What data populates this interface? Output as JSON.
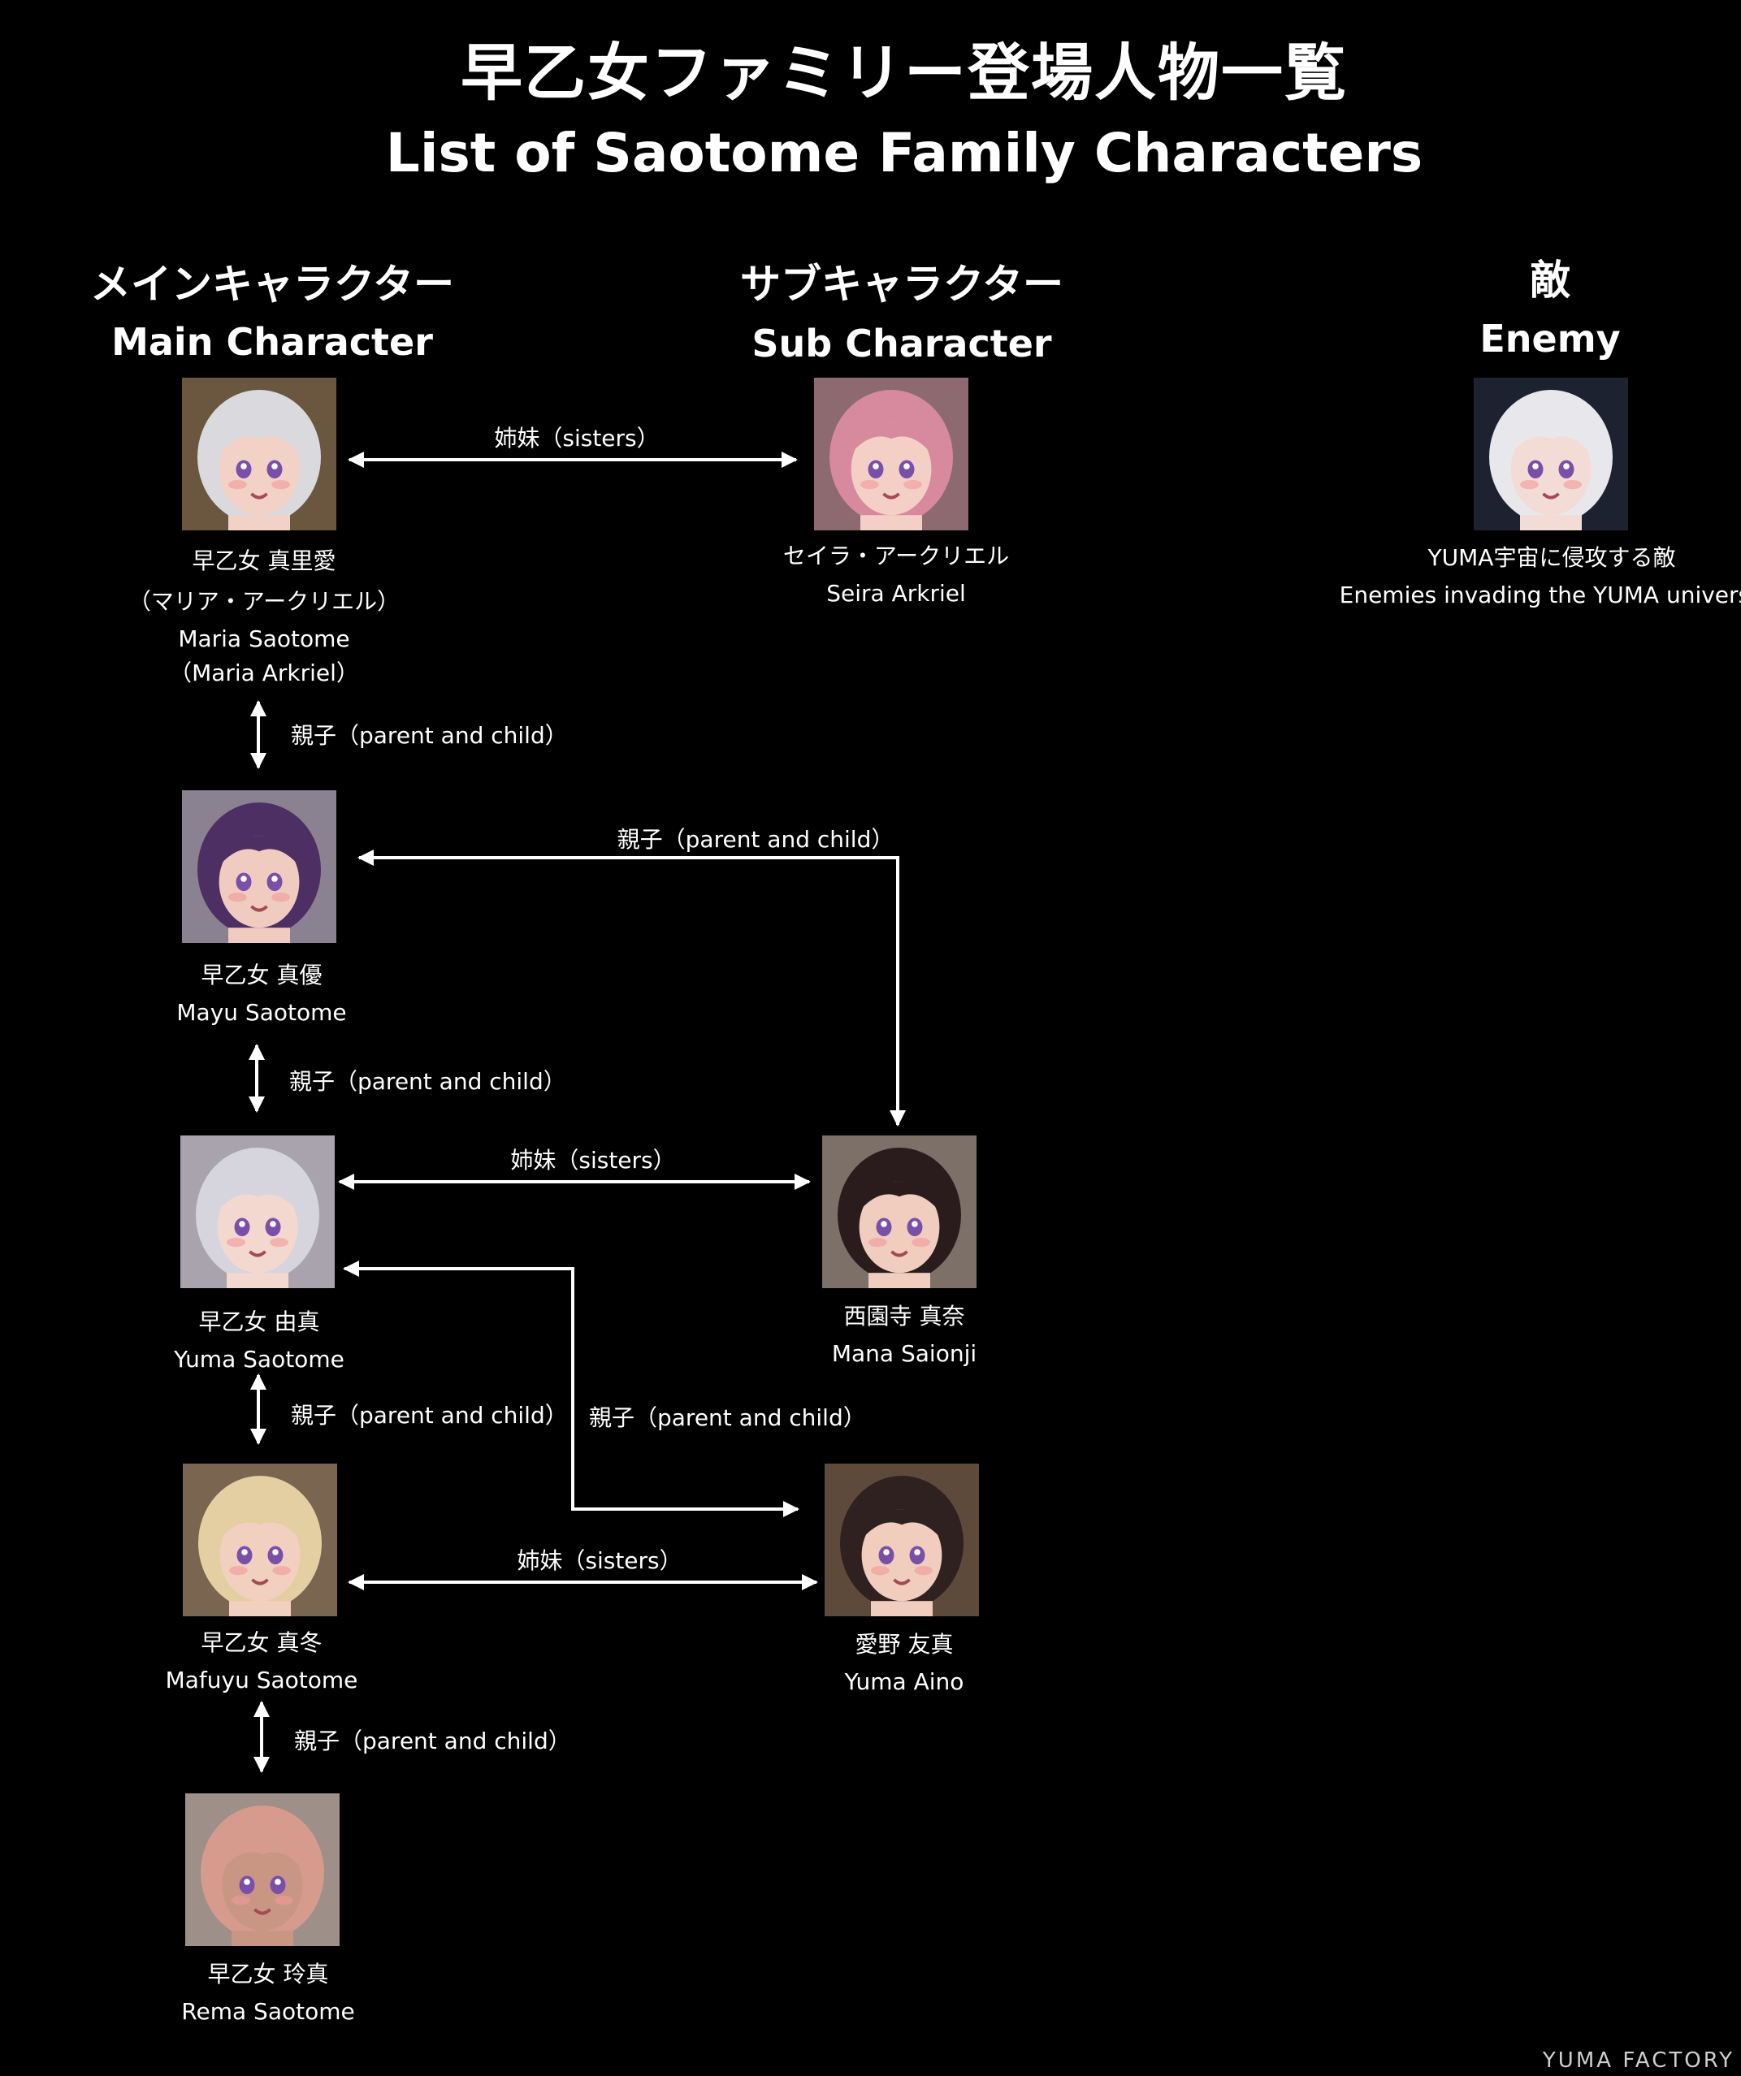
{
  "header": {
    "title_jp": "早乙女ファミリー登場人物一覧",
    "title_en": "List of Saotome Family Characters"
  },
  "columns": {
    "main": {
      "jp": "メインキャラクター",
      "en": "Main Character"
    },
    "sub": {
      "jp": "サブキャラクター",
      "en": "Sub Character"
    },
    "enemy": {
      "jp": "敵",
      "en": "Enemy"
    }
  },
  "characters": {
    "maria": {
      "jp": "早乙女 真里愛",
      "jp_alt": "（マリア・アークリエル）",
      "en": "Maria Saotome",
      "en_alt": "（Maria Arkriel）",
      "hair": "#d9d9de",
      "skin": "#f2d2c6",
      "bg": "#6b5640"
    },
    "seira": {
      "jp": "セイラ・アークリエル",
      "en": "Seira Arkriel",
      "hair": "#d7899e",
      "skin": "#f4cfc6",
      "bg": "#8c6a70"
    },
    "enemy": {
      "jp": "YUMA宇宙に侵攻する敵",
      "en": "Enemies invading the YUMA universe",
      "hair": "#e8e8ec",
      "skin": "#f3dcd5",
      "bg": "#1c2230"
    },
    "mayu": {
      "jp": "早乙女 真優",
      "en": "Mayu Saotome",
      "hair": "#4e2f63",
      "skin": "#f0cbbf",
      "bg": "#8a8290"
    },
    "yuma_s": {
      "jp": "早乙女 由真",
      "en": "Yuma Saotome",
      "hair": "#d6d4dc",
      "skin": "#f3d8cf",
      "bg": "#a9a3ae"
    },
    "mana": {
      "jp": "西園寺 真奈",
      "en": "Mana Saionji",
      "hair": "#2a1c1c",
      "skin": "#f1cdbf",
      "bg": "#7c7068"
    },
    "mafuyu": {
      "jp": "早乙女 真冬",
      "en": "Mafuyu Saotome",
      "hair": "#e3cfa2",
      "skin": "#f2d0c0",
      "bg": "#7a6650"
    },
    "yuma_a": {
      "jp": "愛野 友真",
      "en": "Yuma Aino",
      "hair": "#2e211f",
      "skin": "#f0cdbd",
      "bg": "#5e4a3a"
    },
    "rema": {
      "jp": "早乙女 玲真",
      "en": "Rema Saotome",
      "hair": "#d79b8e",
      "skin": "#c99684",
      "bg": "#9e8f88"
    }
  },
  "relations": {
    "sisters": "姉妹（sisters）",
    "parent_child": "親子（parent and child）"
  },
  "footer": {
    "brand": "YUMA FACTORY"
  }
}
